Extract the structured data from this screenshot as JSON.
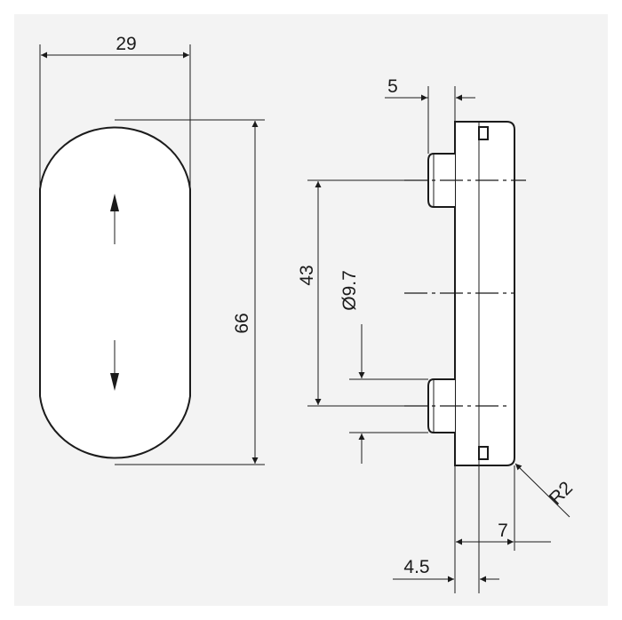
{
  "drawing": {
    "dimensions": {
      "width": "29",
      "height": "66",
      "gap": "5",
      "spacing": "43",
      "diameter": "Ø9.7",
      "radius": "R2",
      "thickness": "7",
      "plate": "4.5"
    }
  }
}
